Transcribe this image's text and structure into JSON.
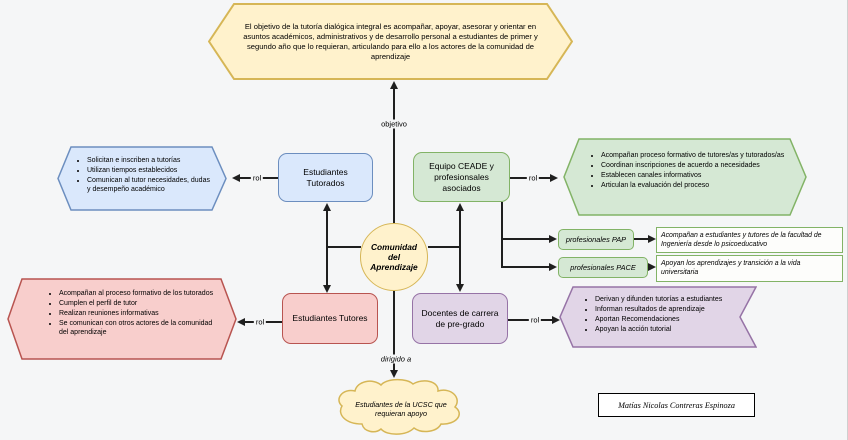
{
  "colors": {
    "yellow_fill": "#fff2cc",
    "yellow_stroke": "#d6b656",
    "blue_fill": "#dae8fc",
    "blue_stroke": "#6c8ebf",
    "green_fill": "#d5e8d4",
    "green_stroke": "#82b366",
    "red_fill": "#f8cecc",
    "red_stroke": "#b85450",
    "purple_fill": "#e1d5e7",
    "purple_stroke": "#9673a6",
    "line": "#1f1f1f"
  },
  "labels": {
    "rol": "rol",
    "objetivo": "objetivo",
    "dirigido": "dirigido a"
  },
  "nodes": {
    "objective": {
      "text": "El objetivo de la tutoría dialógica integral es acompañar, apoyar, asesorar y orientar en asuntos académicos, administrativos y de desarrollo personal a estudiantes de primer y segundo año que lo requieran, articulando para ello a los actores de la comunidad de aprendizaje"
    },
    "community": {
      "text": "Comunidad del Aprendizaje"
    },
    "cloud": {
      "text": "Estudiantes de la UCSC que requieran apoyo"
    },
    "tutorados": {
      "title": "Estudiantes Tutorados",
      "bullets": [
        "Solicitan e inscriben a tutorías",
        "Utilizan tiempos establecidos",
        "Comunican al tutor necesidades, dudas y desempeño académico"
      ]
    },
    "ceade": {
      "title": "Equipo CEADE y profesionsales asociados",
      "bullets": [
        "Acompañan proceso formativo de tutores/as y tutorados/as",
        "Coordinan inscripciones de acuerdo a necesidades",
        "Establecen canales informativos",
        "Articulan la evaluación del proceso"
      ]
    },
    "tutores": {
      "title": "Estudiantes Tutores",
      "bullets": [
        "Acompañan al proceso formativo de los tutorados",
        "Cumplen el perfil de tutor",
        "Realizan reuniones informativas",
        "Se comunican con otros actores de la comunidad del aprendizaje"
      ]
    },
    "docentes": {
      "title": "Docentes de carrera de pre-grado",
      "bullets": [
        "Derivan y difunden tutorías a estudiantes",
        "Informan resultados de aprendizaje",
        "Aportan Recomendaciones",
        "Apoyan la acción tutorial"
      ]
    },
    "pap": {
      "label": "profesionales PAP",
      "description": "Acompañan a estudiantes y tutores de la facultad de Ingeniería desde lo psicoeducativo"
    },
    "pace": {
      "label": "profesionales PACE",
      "description": "Apoyan los aprendizajes y transición a la vida universitaria"
    }
  },
  "signature": {
    "text": "Matías Nicolas Contreras Espinoza"
  }
}
